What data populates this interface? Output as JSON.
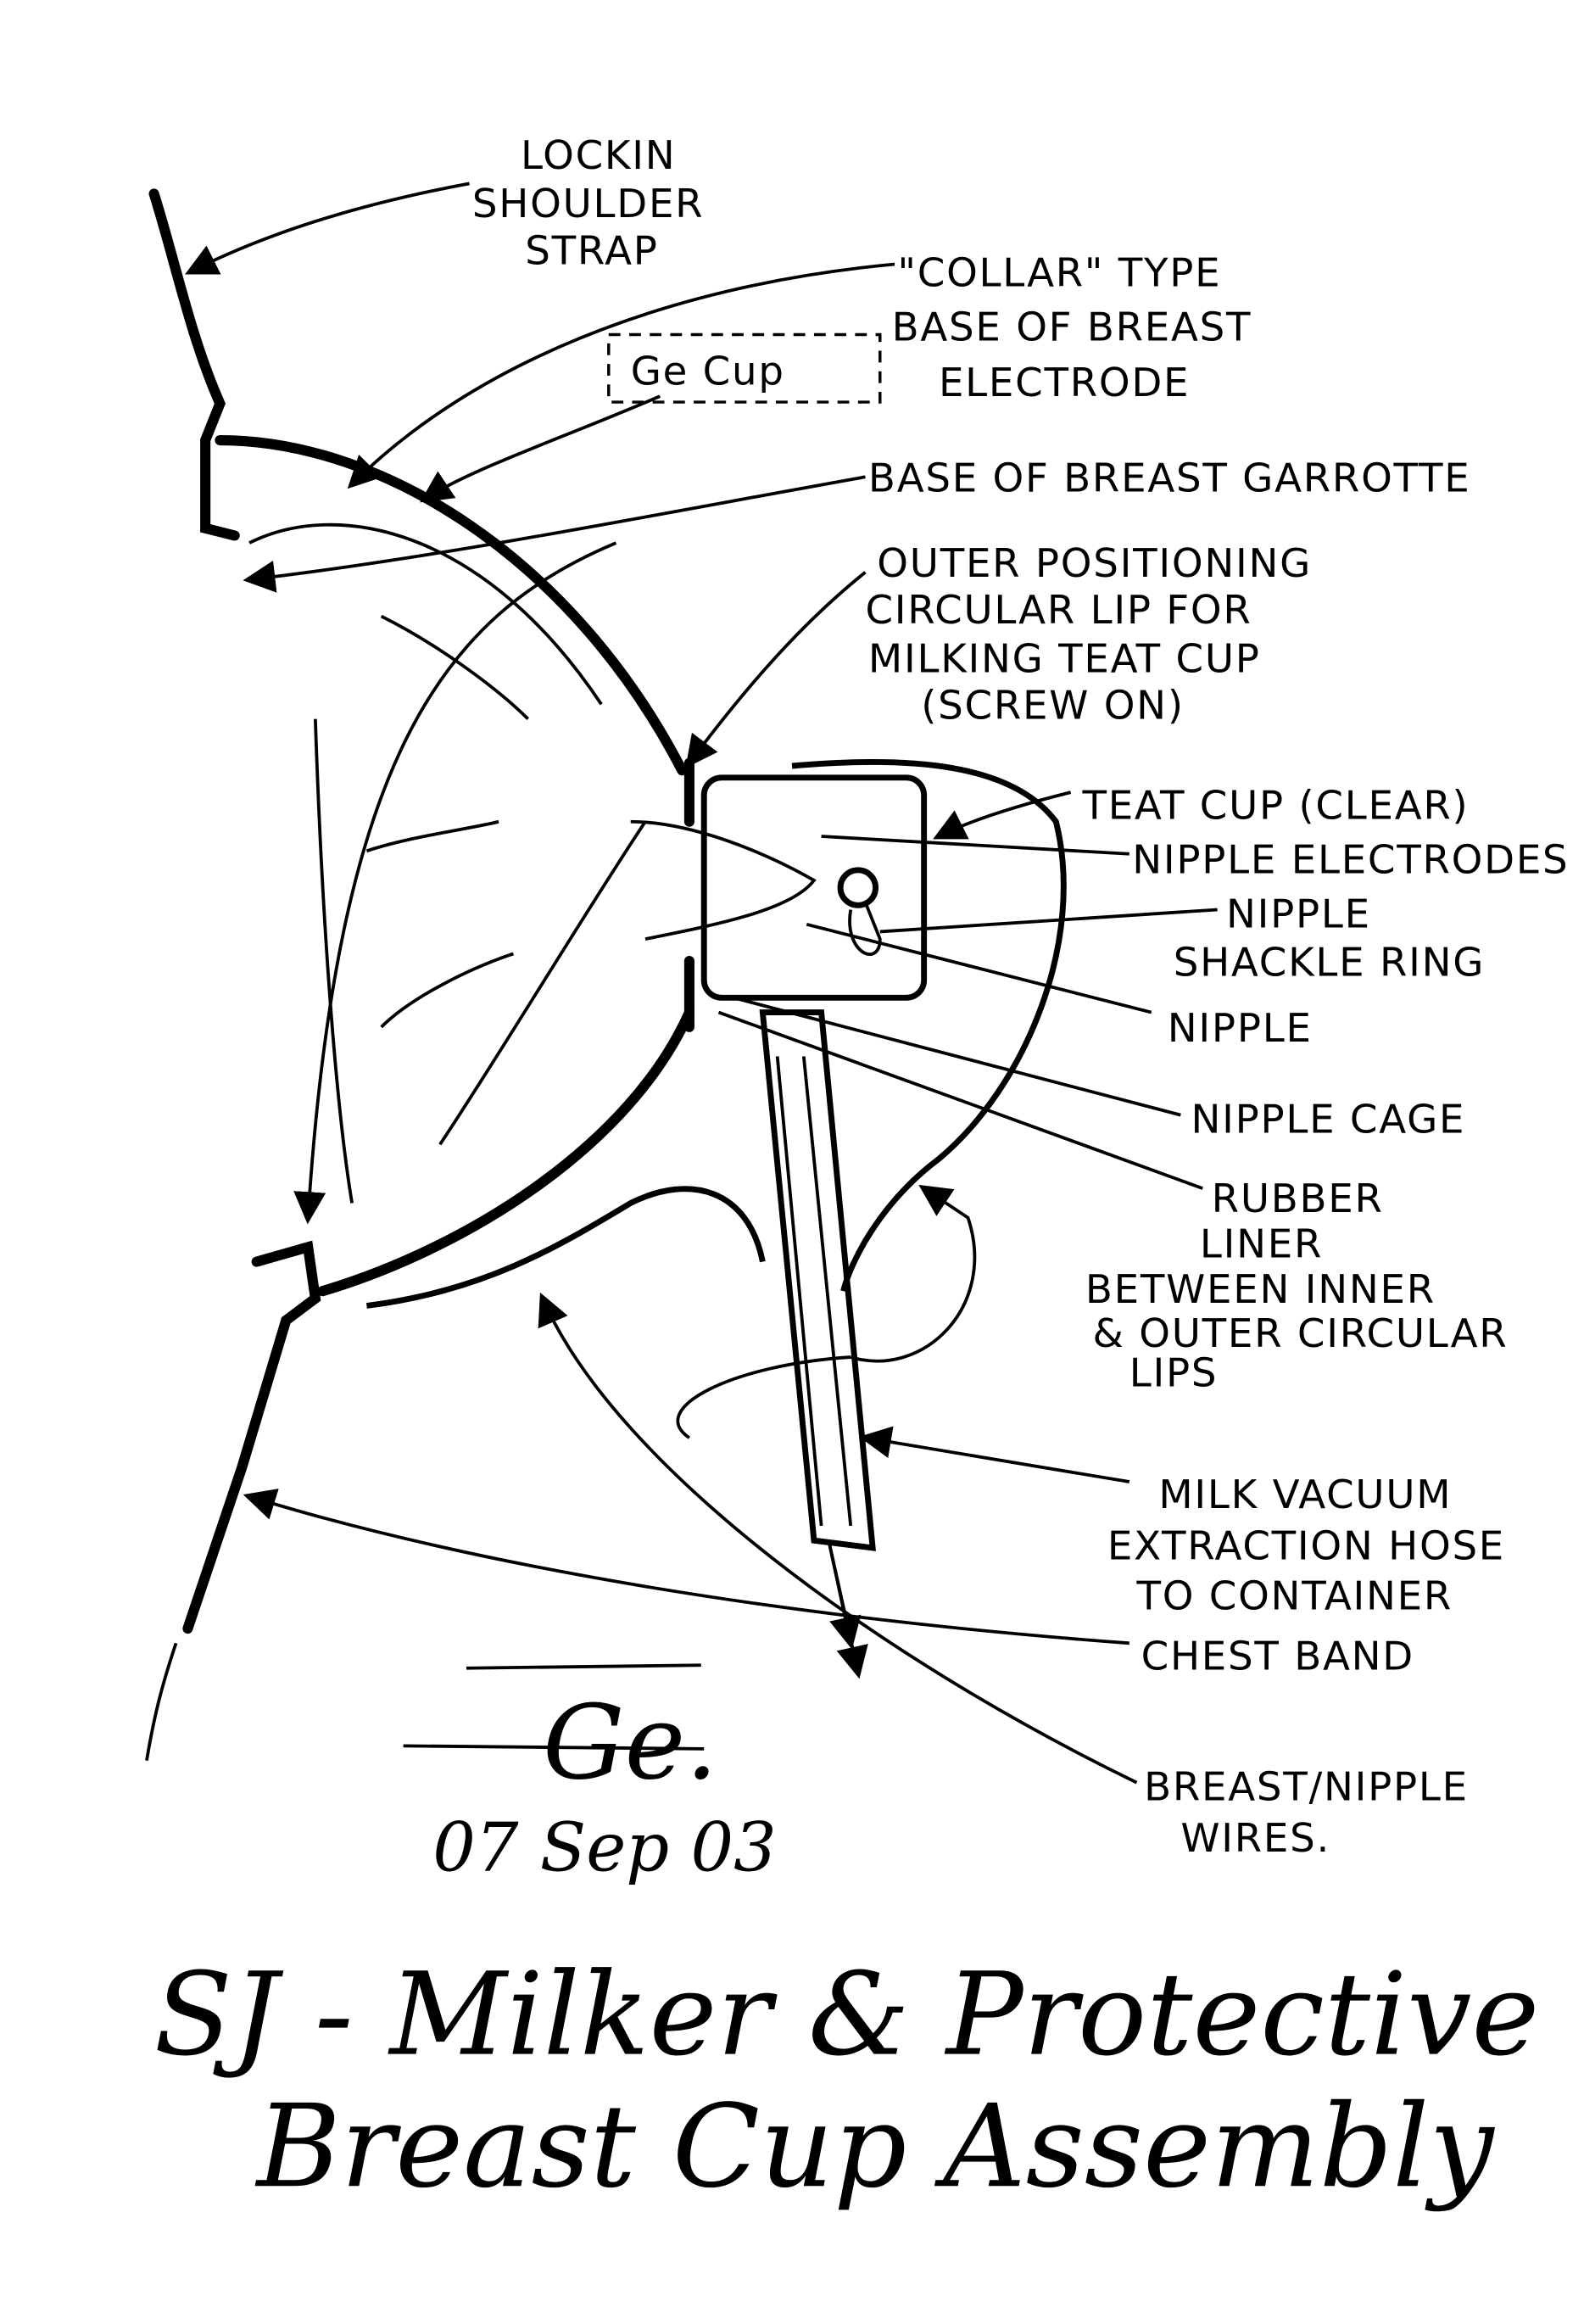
{
  "labels": {
    "shoulder_strap": [
      "LOCKIN",
      "SHOULDER",
      "STRAP"
    ],
    "collar": [
      "\"COLLAR\" TYPE",
      "BASE OF BREAST",
      "ELECTRODE"
    ],
    "cup_box": "Ge Cup",
    "garrotte": "BASE OF BREAST GARROTTE",
    "outer_lip": [
      "OUTER POSITIONING",
      "CIRCULAR LIP FOR",
      "MILKING TEAT CUP",
      "(SCREW ON)"
    ],
    "teat_cup": "TEAT CUP (CLEAR)",
    "nipple_electrodes": "NIPPLE ELECTRODES",
    "shackle_ring": [
      "NIPPLE",
      "SHACKLE RING"
    ],
    "nipple": "NIPPLE",
    "nipple_cage": "NIPPLE CAGE",
    "rubber_liner": [
      "RUBBER",
      "LINER",
      "BETWEEN INNER",
      "& OUTER CIRCULAR",
      "LIPS"
    ],
    "hose": [
      "MILK VACUUM",
      "EXTRACTION HOSE",
      "TO CONTAINER"
    ],
    "chest_band": "CHEST BAND",
    "wires": [
      "BREAST/NIPPLE",
      "WIRES."
    ]
  },
  "signature": "Ge.",
  "date": "07 Sep 03",
  "title": [
    "SJ - Milker & Protective",
    "Breast Cup Assembly"
  ]
}
